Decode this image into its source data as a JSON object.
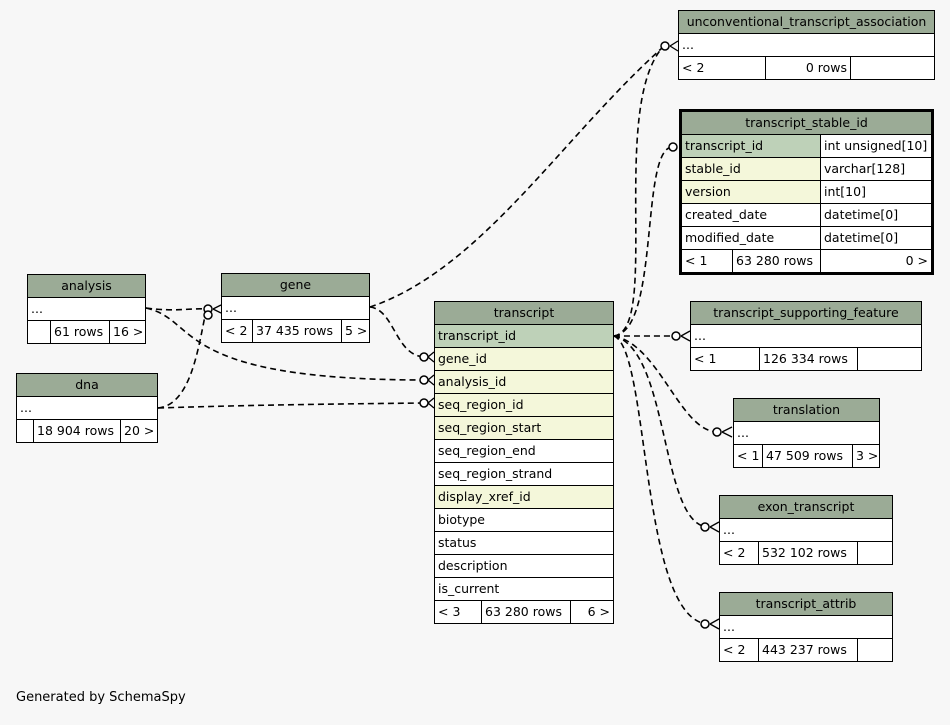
{
  "footer_text": "Generated by SchemaSpy",
  "colors": {
    "header": "#9bab96",
    "primary_key": "#bed1b8",
    "foreign_key": "#f4f7da",
    "background": "#f7f7f7"
  },
  "tables": {
    "unconventional_transcript_association": {
      "name": "unconventional_transcript_association",
      "rows": [
        "..."
      ],
      "parents": "< 2",
      "row_count": "0 rows",
      "children": ""
    },
    "transcript_stable_id": {
      "name": "transcript_stable_id",
      "columns": [
        {
          "name": "transcript_id",
          "type": "int unsigned[10]"
        },
        {
          "name": "stable_id",
          "type": "varchar[128]"
        },
        {
          "name": "version",
          "type": "int[10]"
        },
        {
          "name": "created_date",
          "type": "datetime[0]"
        },
        {
          "name": "modified_date",
          "type": "datetime[0]"
        }
      ],
      "parents": "< 1",
      "row_count": "63 280 rows",
      "children": "0 >"
    },
    "analysis": {
      "name": "analysis",
      "rows": [
        "..."
      ],
      "parents": "",
      "row_count": "61 rows",
      "children": "16 >"
    },
    "gene": {
      "name": "gene",
      "rows": [
        "..."
      ],
      "parents": "< 2",
      "row_count": "37 435 rows",
      "children": "5 >"
    },
    "dna": {
      "name": "dna",
      "rows": [
        "..."
      ],
      "parents": "",
      "row_count": "18 904 rows",
      "children": "20 >"
    },
    "transcript": {
      "name": "transcript",
      "columns": [
        "transcript_id",
        "gene_id",
        "analysis_id",
        "seq_region_id",
        "seq_region_start",
        "seq_region_end",
        "seq_region_strand",
        "display_xref_id",
        "biotype",
        "status",
        "description",
        "is_current"
      ],
      "parents": "< 3",
      "row_count": "63 280 rows",
      "children": "6 >"
    },
    "transcript_supporting_feature": {
      "name": "transcript_supporting_feature",
      "rows": [
        "..."
      ],
      "parents": "< 1",
      "row_count": "126 334 rows",
      "children": ""
    },
    "translation": {
      "name": "translation",
      "rows": [
        "..."
      ],
      "parents": "< 1",
      "row_count": "47 509 rows",
      "children": "3 >"
    },
    "exon_transcript": {
      "name": "exon_transcript",
      "rows": [
        "..."
      ],
      "parents": "< 2",
      "row_count": "532 102 rows",
      "children": ""
    },
    "transcript_attrib": {
      "name": "transcript_attrib",
      "rows": [
        "..."
      ],
      "parents": "< 2",
      "row_count": "443 237 rows",
      "children": ""
    }
  }
}
